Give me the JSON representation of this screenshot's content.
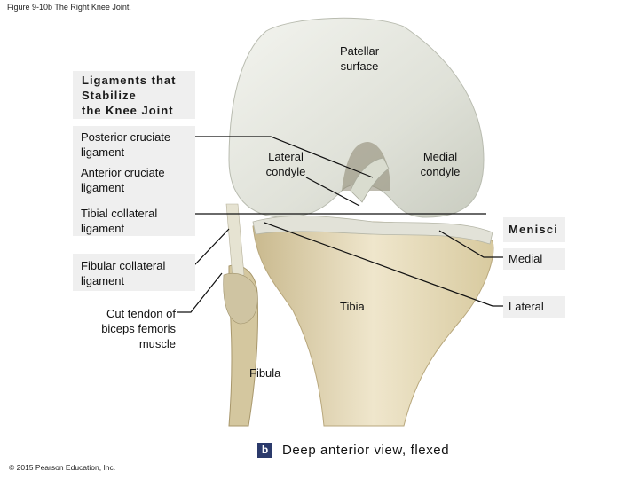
{
  "figure_title": "Figure 9-10b The Right Knee Joint.",
  "copyright": "© 2015 Pearson Education, Inc.",
  "header": {
    "line1": "Ligaments that",
    "line2": "Stabilize",
    "line3": "the Knee Joint"
  },
  "labels": {
    "patellar_surface_1": "Patellar",
    "patellar_surface_2": "surface",
    "posterior_cruciate_1": "Posterior cruciate",
    "posterior_cruciate_2": "ligament",
    "anterior_cruciate_1": "Anterior cruciate",
    "anterior_cruciate_2": "ligament",
    "lateral_condyle_1": "Lateral",
    "lateral_condyle_2": "condyle",
    "medial_condyle_1": "Medial",
    "medial_condyle_2": "condyle",
    "tibial_collateral_1": "Tibial collateral",
    "tibial_collateral_2": "ligament",
    "menisci": "Menisci",
    "medial": "Medial",
    "fibular_collateral_1": "Fibular collateral",
    "fibular_collateral_2": "ligament",
    "tibia": "Tibia",
    "lateral": "Lateral",
    "biceps_1": "Cut tendon of",
    "biceps_2": "biceps femoris",
    "biceps_3": "muscle",
    "fibula": "Fibula"
  },
  "view": {
    "badge": "b",
    "caption": "Deep anterior view, flexed"
  },
  "colors": {
    "bone": "#e9dfc2",
    "cartilage": "#dfe2dc",
    "box_fill": "#efefef",
    "badge": "#2b3a6b"
  }
}
